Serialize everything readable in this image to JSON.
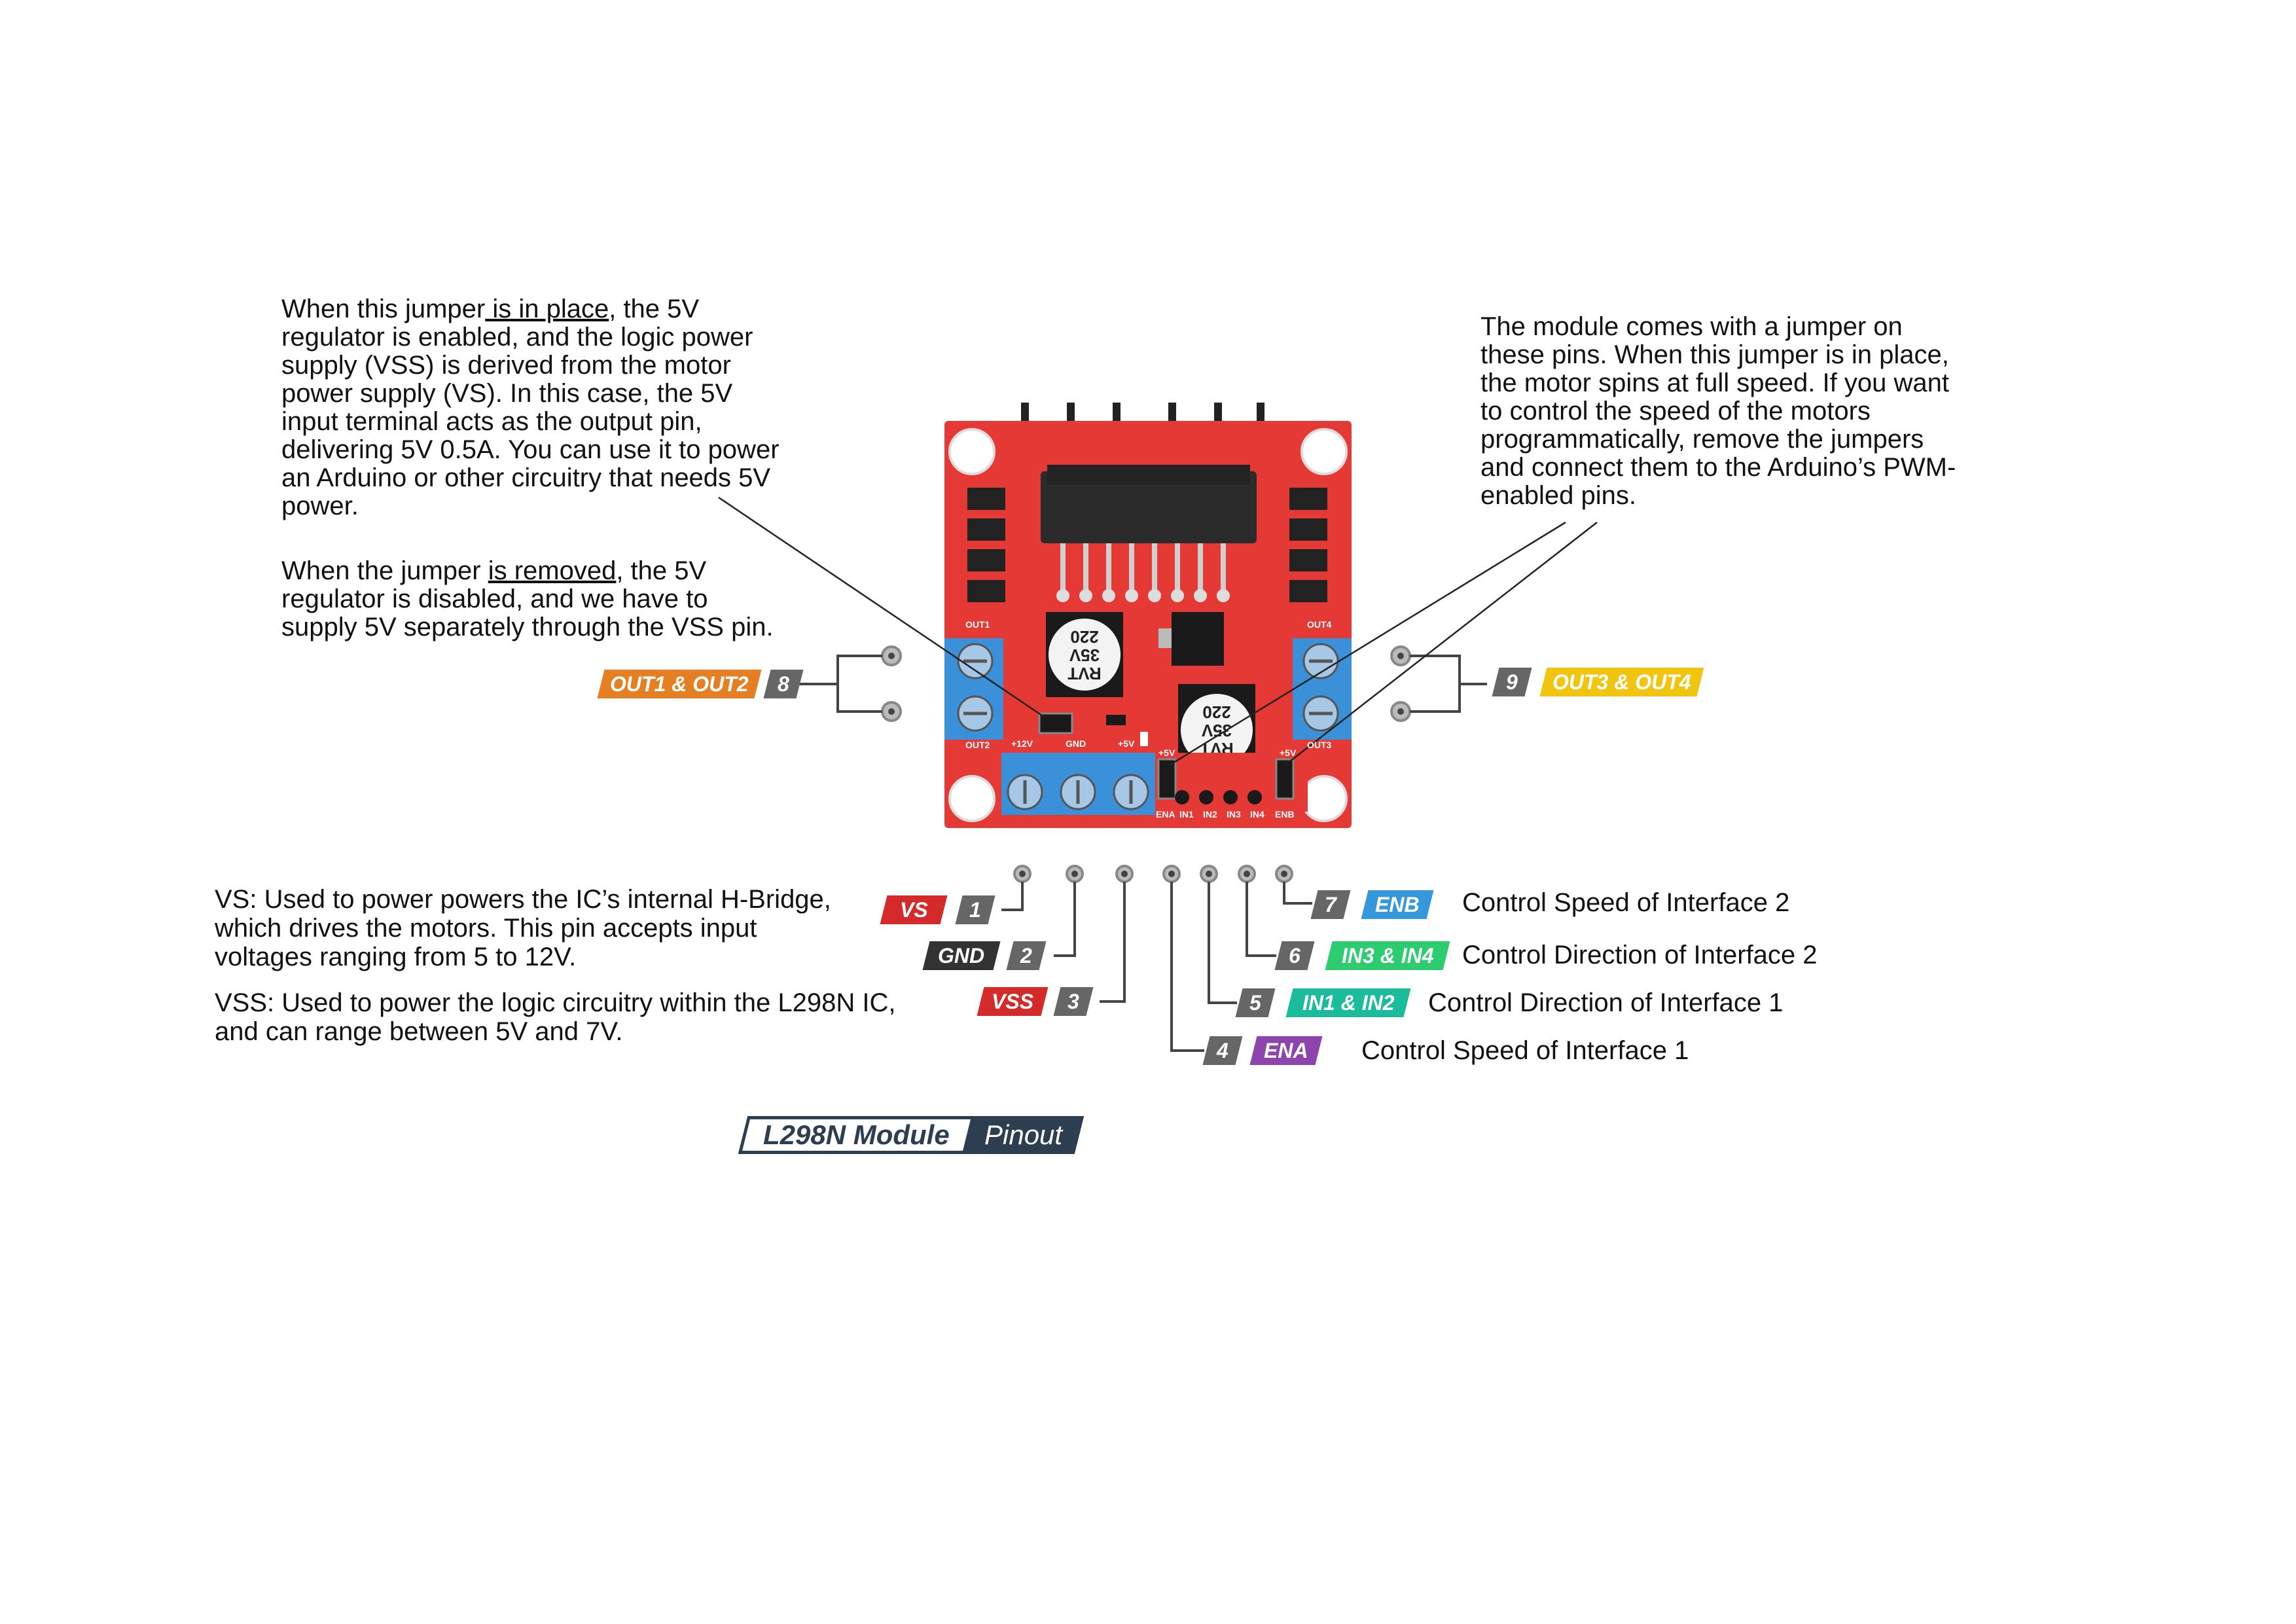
{
  "top_left_note": {
    "line1_pre": "When this jumper",
    "line1_u": " is in place",
    "line1_post": ", the 5V\nregulator is enabled, and the logic power\nsupply (VSS) is derived from the motor\npower supply (VS). In this case, the 5V\ninput terminal acts as the output pin,\ndelivering 5V 0.5A. You can use it to power\nan Arduino or other circuitry that needs 5V\npower.",
    "line2_pre": "When the jumper ",
    "line2_u": "is removed",
    "line2_post": ", the 5V\nregulator is disabled, and we have to\nsupply 5V separately through the VSS pin."
  },
  "top_right_note": "The module comes with a jumper on\nthese pins. When this jumper is in place,\nthe motor spins at full speed. If you want\nto control the speed of the motors\nprogrammatically, remove the jumpers\nand connect them to the Arduino’s PWM-\nenabled pins.",
  "vs_note": "VS: Used to power powers the IC’s internal H-Bridge,\nwhich drives the motors. This pin accepts input\nvoltages ranging from 5 to 12V.",
  "vss_note": "VSS: Used to power the logic circuitry within the L298N IC,\nand can range between 5V and 7V.",
  "pins": [
    {
      "num": "1",
      "label": "VS",
      "color": "#d42a2a"
    },
    {
      "num": "2",
      "label": "GND",
      "color": "#333333"
    },
    {
      "num": "3",
      "label": "VSS",
      "color": "#d42a2a"
    },
    {
      "num": "4",
      "label": "ENA",
      "color": "#8e44ad",
      "desc": "Control Speed  of Interface 1"
    },
    {
      "num": "5",
      "label": "IN1 & IN2",
      "color": "#1abc9c",
      "desc": "Control Direction of Interface 1"
    },
    {
      "num": "6",
      "label": "IN3 & IN4",
      "color": "#2ecc71",
      "desc": "Control Direction of Interface 2"
    },
    {
      "num": "7",
      "label": "ENB",
      "color": "#3498db",
      "desc": "Control Speed  of Interface 2"
    },
    {
      "num": "8",
      "label": "OUT1 & OUT2",
      "color": "#e67e22"
    },
    {
      "num": "9",
      "label": "OUT3 & OUT4",
      "color": "#f1c40f"
    }
  ],
  "board": {
    "cap_text": "220\n35V\nRVT",
    "labels": {
      "out1": "OUT1",
      "out2": "OUT2",
      "out3": "OUT3",
      "out4": "OUT4",
      "v12": "+12V",
      "gnd": "GND",
      "v5": "+5V",
      "v5a": "+5V",
      "v5b": "+5V",
      "ena": "ENA",
      "in1": "IN1",
      "in2": "IN2",
      "in3": "IN3",
      "in4": "IN4",
      "enb": "ENB"
    }
  },
  "title": {
    "part1": "L298N Module",
    "part2": "Pinout"
  }
}
